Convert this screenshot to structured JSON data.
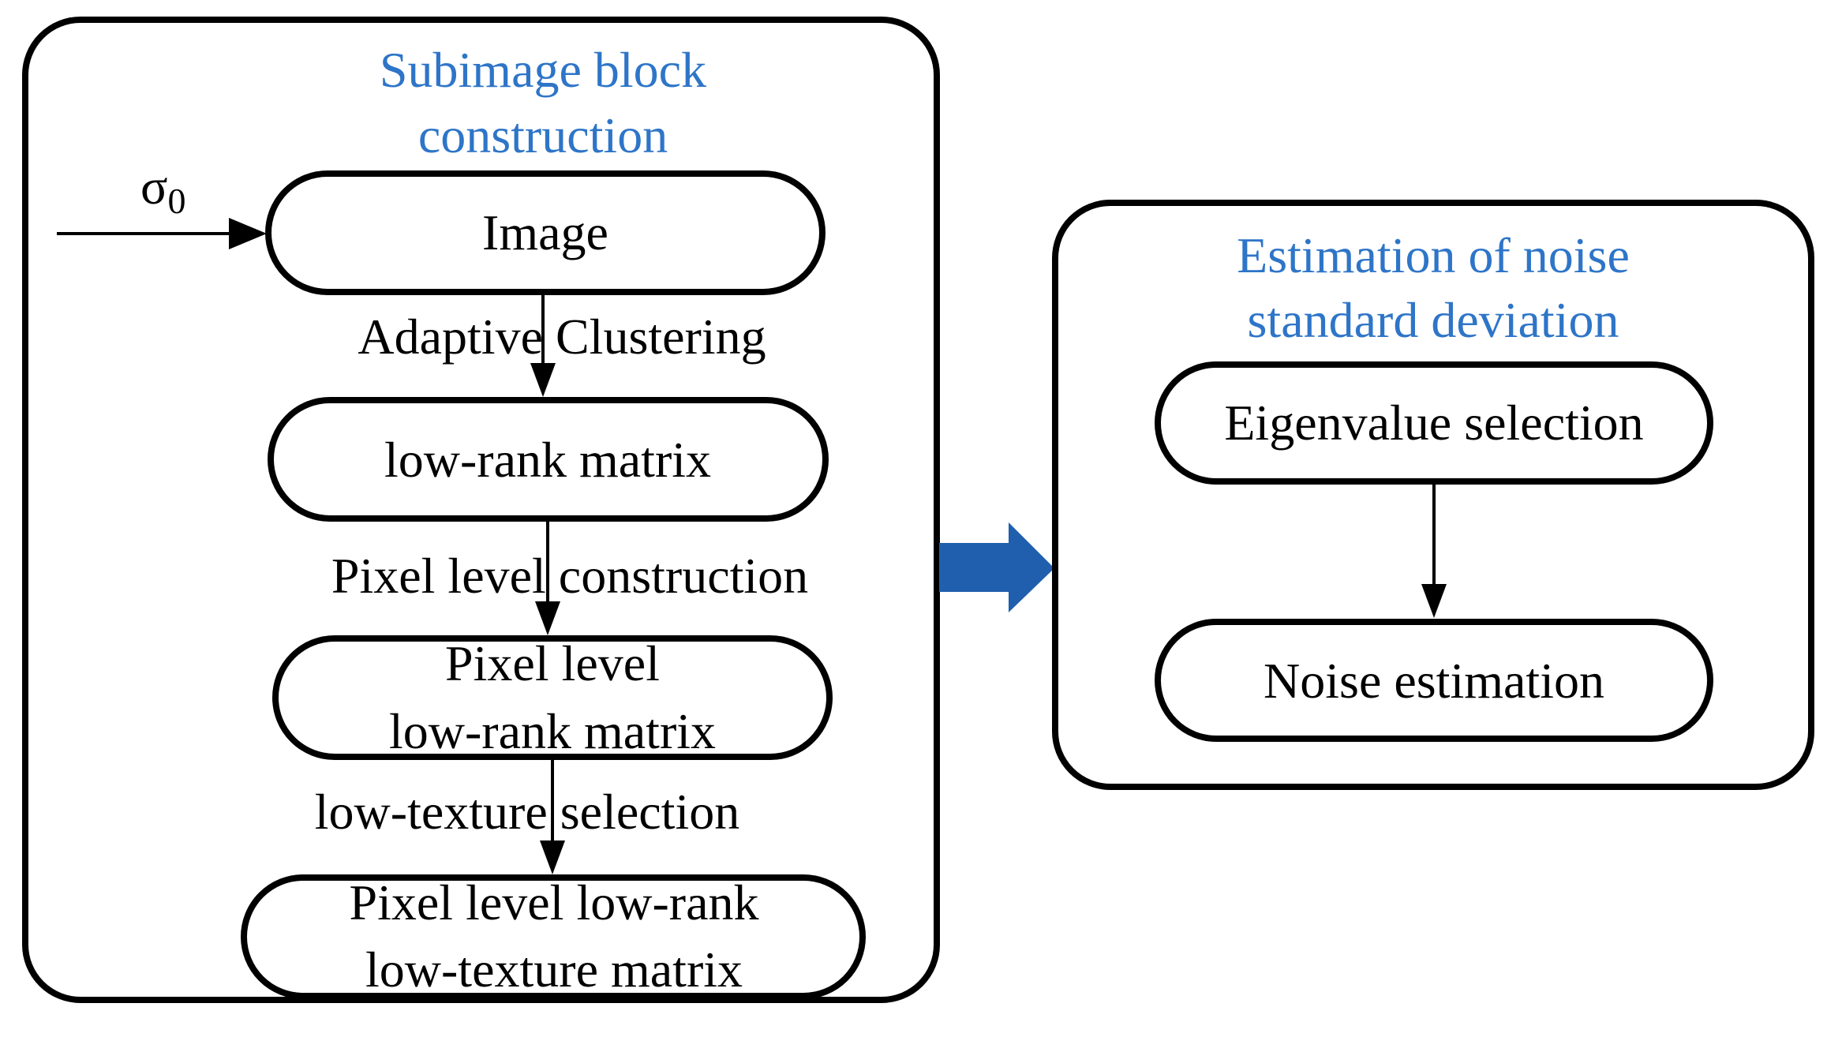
{
  "colors": {
    "title": "#2e75c8",
    "block_arrow": "#1f5fad",
    "stroke": "#000000"
  },
  "left_panel": {
    "title_line1": "Subimage block",
    "title_line2": "construction",
    "input_symbol": "σ",
    "input_subscript": "0",
    "nodes": {
      "image": "Image",
      "low_rank": "low-rank matrix",
      "pixel_level_line1": "Pixel level",
      "pixel_level_line2": "low-rank matrix",
      "final_line1": "Pixel level low-rank",
      "final_line2": "low-texture  matrix"
    },
    "edges": {
      "adaptive_clustering": "Adaptive Clustering",
      "pixel_level_construction": "Pixel level construction",
      "low_texture_selection": "low-texture selection"
    }
  },
  "right_panel": {
    "title_line1": "Estimation of noise",
    "title_line2": "standard deviation",
    "nodes": {
      "eigenvalue": "Eigenvalue selection",
      "noise": "Noise estimation"
    }
  }
}
